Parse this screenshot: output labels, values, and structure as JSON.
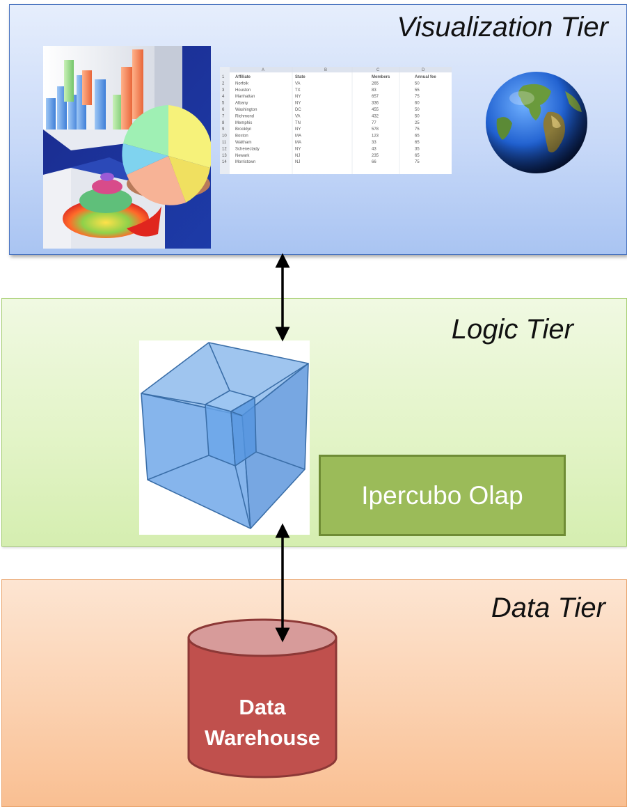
{
  "tiers": {
    "visualization": {
      "title": "Visualization Tier"
    },
    "logic": {
      "title": "Logic Tier"
    },
    "data": {
      "title": "Data Tier"
    }
  },
  "olap": {
    "label": "Ipercubo Olap"
  },
  "warehouse": {
    "line1": "Data",
    "line2": "Warehouse"
  },
  "spreadsheet": {
    "columns": [
      "A",
      "B",
      "C",
      "D"
    ],
    "header": [
      "Affiliate",
      "State",
      "Members",
      "Annual fee"
    ],
    "rows": [
      [
        "Norfolk",
        "VA",
        "265",
        "50"
      ],
      [
        "Houston",
        "TX",
        "83",
        "55"
      ],
      [
        "Manhattan",
        "NY",
        "657",
        "75"
      ],
      [
        "Albany",
        "NY",
        "336",
        "60"
      ],
      [
        "Washington",
        "DC",
        "455",
        "50"
      ],
      [
        "Richmond",
        "VA",
        "432",
        "50"
      ],
      [
        "Memphis",
        "TN",
        "77",
        "25"
      ],
      [
        "Brooklyn",
        "NY",
        "578",
        "75"
      ],
      [
        "Boston",
        "MA",
        "123",
        "65"
      ],
      [
        "Waltham",
        "MA",
        "33",
        "65"
      ],
      [
        "Schenectady",
        "NY",
        "43",
        "35"
      ],
      [
        "Newark",
        "NJ",
        "235",
        "65"
      ],
      [
        "Morristown",
        "NJ",
        "66",
        "75"
      ]
    ]
  },
  "colors": {
    "olap_fill": "#9bbb59",
    "warehouse_fill": "#c0504d",
    "cube": "#4a8fdc"
  },
  "icons": {
    "charts": "3d-charts-icon",
    "spreadsheet": "spreadsheet-icon",
    "globe": "globe-icon",
    "cube": "hypercube-icon",
    "database": "database-cylinder-icon"
  }
}
